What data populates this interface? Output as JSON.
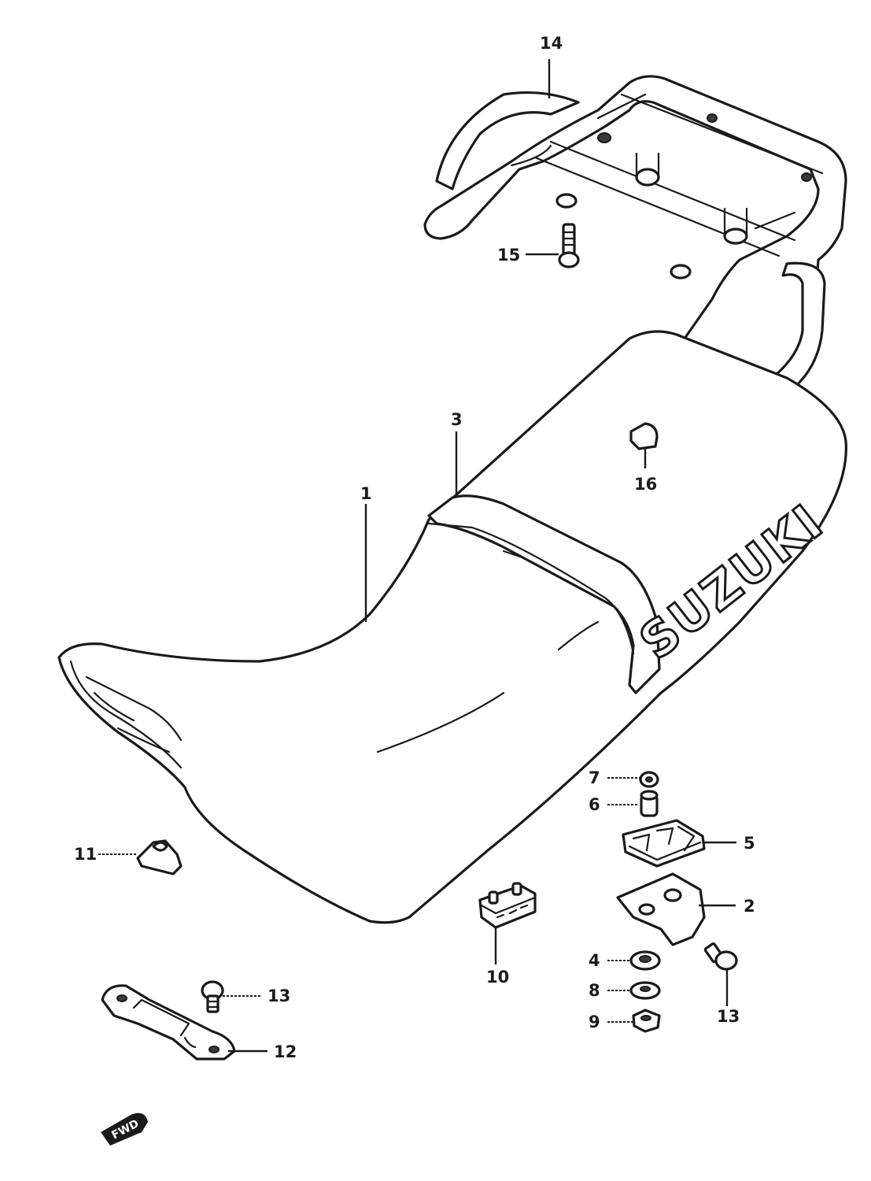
{
  "diagram": {
    "brand_text": "SUZUKI",
    "front_arrow_text": "FWD",
    "callouts": {
      "seat": "1",
      "bracket": "2",
      "band": "3",
      "washer_4": "4",
      "cushion_5": "5",
      "spacer_6": "6",
      "nut_7": "7",
      "washer_8": "8",
      "nut_9": "9",
      "hook_10": "10",
      "cushion_11": "11",
      "seat_hook_12": "12",
      "bolt_13_left": "13",
      "bolt_13_right": "13",
      "carrier_14": "14",
      "bolt_15": "15",
      "cap_16": "16"
    }
  }
}
